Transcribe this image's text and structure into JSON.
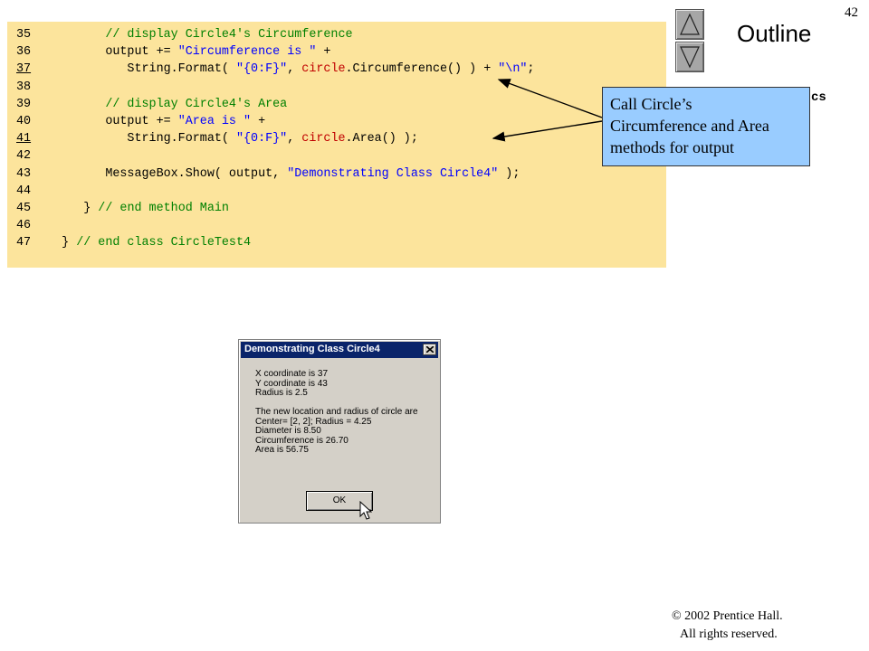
{
  "slide": {
    "number": "42"
  },
  "code": {
    "lines": [
      {
        "num": "35",
        "underline": false,
        "segments": [
          {
            "t": "         ",
            "c": "tx"
          },
          {
            "t": "// display Circle4's Circumference",
            "c": "cm"
          }
        ]
      },
      {
        "num": "36",
        "underline": false,
        "segments": [
          {
            "t": "         output += ",
            "c": "tx"
          },
          {
            "t": "\"Circumference is \"",
            "c": "st"
          },
          {
            "t": " +",
            "c": "tx"
          }
        ]
      },
      {
        "num": "37",
        "underline": true,
        "segments": [
          {
            "t": "            String.Format( ",
            "c": "tx"
          },
          {
            "t": "\"{0:F}\"",
            "c": "st"
          },
          {
            "t": ", ",
            "c": "tx"
          },
          {
            "t": "circle",
            "c": "kw"
          },
          {
            "t": ".Circumference() ) + ",
            "c": "tx"
          },
          {
            "t": "\"\\n\"",
            "c": "st"
          },
          {
            "t": ";",
            "c": "tx"
          }
        ]
      },
      {
        "num": "38",
        "underline": false,
        "segments": []
      },
      {
        "num": "39",
        "underline": false,
        "segments": [
          {
            "t": "         ",
            "c": "tx"
          },
          {
            "t": "// display Circle4's Area",
            "c": "cm"
          }
        ]
      },
      {
        "num": "40",
        "underline": false,
        "segments": [
          {
            "t": "         output += ",
            "c": "tx"
          },
          {
            "t": "\"Area is \"",
            "c": "st"
          },
          {
            "t": " +",
            "c": "tx"
          }
        ]
      },
      {
        "num": "41",
        "underline": true,
        "segments": [
          {
            "t": "            String.Format( ",
            "c": "tx"
          },
          {
            "t": "\"{0:F}\"",
            "c": "st"
          },
          {
            "t": ", ",
            "c": "tx"
          },
          {
            "t": "circle",
            "c": "kw"
          },
          {
            "t": ".Area() );",
            "c": "tx"
          }
        ]
      },
      {
        "num": "42",
        "underline": false,
        "segments": []
      },
      {
        "num": "43",
        "underline": false,
        "segments": [
          {
            "t": "         MessageBox.Show( output, ",
            "c": "tx"
          },
          {
            "t": "\"Demonstrating Class Circle4\"",
            "c": "st"
          },
          {
            "t": " );",
            "c": "tx"
          }
        ]
      },
      {
        "num": "44",
        "underline": false,
        "segments": []
      },
      {
        "num": "45",
        "underline": false,
        "segments": [
          {
            "t": "      } ",
            "c": "tx"
          },
          {
            "t": "// end method Main",
            "c": "cm"
          }
        ]
      },
      {
        "num": "46",
        "underline": false,
        "segments": []
      },
      {
        "num": "47",
        "underline": false,
        "segments": [
          {
            "t": "   } ",
            "c": "tx"
          },
          {
            "t": "// end class CircleTest4",
            "c": "cm"
          }
        ]
      }
    ]
  },
  "nav": {
    "outline_label": "Outline",
    "file_tail": "cs"
  },
  "callout": {
    "lines": [
      "Call Circle’s",
      "Circumference and Area",
      "methods for output"
    ]
  },
  "message_box": {
    "title": "Demonstrating Class Circle4",
    "lines": [
      "X coordinate is 37",
      "Y coordinate is 43",
      "Radius is 2.5",
      "",
      "The new location and radius of circle are",
      "Center= [2, 2]; Radius = 4.25",
      "Diameter is 8.50",
      "Circumference is 26.70",
      "Area is 56.75"
    ],
    "ok_label": "OK"
  },
  "footer": {
    "copyright_line1": "© 2002 Prentice Hall.",
    "copyright_line2": "All rights reserved."
  },
  "colors": {
    "code_background": "#fce49c",
    "comment": "#008000",
    "string": "#0000ff",
    "identifier": "#c00000",
    "callout_background": "#99ccff",
    "titlebar": "#0a246a"
  }
}
